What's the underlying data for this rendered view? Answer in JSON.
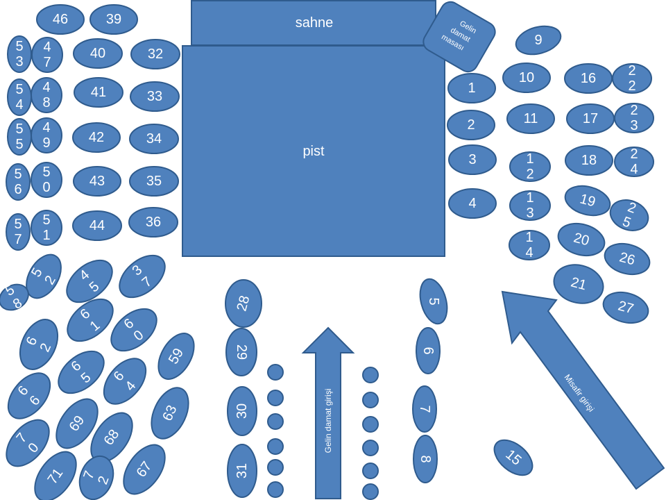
{
  "colors": {
    "fill": "#4f81bd",
    "stroke": "#2f5b8d",
    "text": "#ffffff"
  },
  "labels": {
    "stage": "sahne",
    "floor": "pist",
    "couple_table": [
      "Gelin",
      "damat",
      "masası"
    ],
    "couple_entrance": "Gelin damat girişi",
    "guest_entrance": "Misafir girişi"
  },
  "tables": [
    "1",
    "2",
    "3",
    "4",
    "5",
    "6",
    "7",
    "8",
    "9",
    "10",
    "11",
    "12",
    "13",
    "14",
    "15",
    "16",
    "17",
    "18",
    "19",
    "20",
    "21",
    "22",
    "23",
    "24",
    "25",
    "26",
    "27",
    "28",
    "29",
    "30",
    "31",
    "32",
    "33",
    "34",
    "35",
    "36",
    "37",
    "39",
    "40",
    "41",
    "42",
    "43",
    "44",
    "45",
    "46",
    "47",
    "48",
    "49",
    "50",
    "51",
    "52",
    "53",
    "54",
    "55",
    "56",
    "57",
    "58",
    "59",
    "60",
    "61",
    "62",
    "63",
    "64",
    "65",
    "66",
    "67",
    "68",
    "69",
    "70",
    "71",
    "72"
  ]
}
